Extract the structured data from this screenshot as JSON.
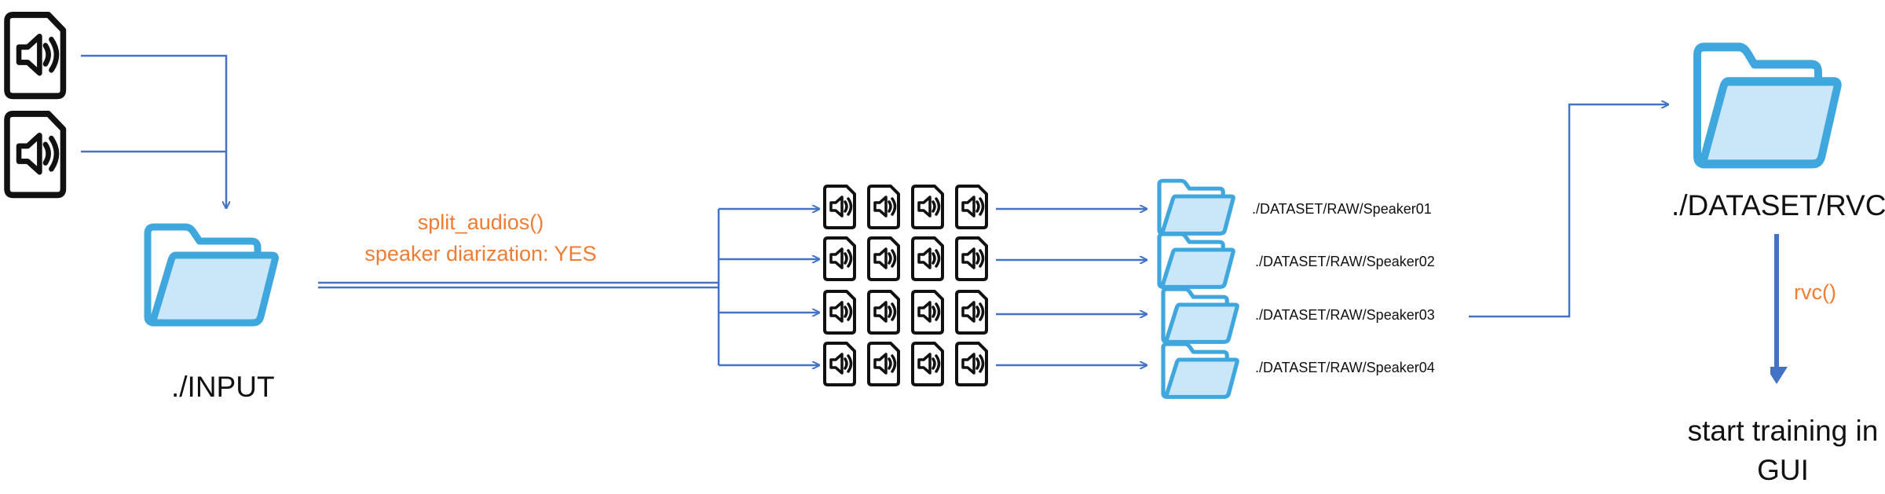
{
  "input": {
    "label": "./INPUT",
    "audio_files": [
      "audio-file-1",
      "audio-file-2"
    ]
  },
  "split_step": {
    "function": "split_audios()",
    "option": "speaker diarization: YES"
  },
  "speakers": [
    {
      "label": "./DATASET/RAW/Speaker01",
      "file_count": 4
    },
    {
      "label": "./DATASET/RAW/Speaker02",
      "file_count": 4
    },
    {
      "label": "./DATASET/RAW/Speaker03",
      "file_count": 4
    },
    {
      "label": "./DATASET/RAW/Speaker04",
      "file_count": 4
    }
  ],
  "output": {
    "label": "./DATASET/RVC",
    "function": "rvc()",
    "next_step_line1": "start training in",
    "next_step_line2": "GUI"
  },
  "colors": {
    "arrow": "#4472c4",
    "folder_stroke": "#3fa7dd",
    "folder_fill": "#c9e7f8",
    "function_text": "#ee7d31",
    "file_icon": "#111111"
  }
}
